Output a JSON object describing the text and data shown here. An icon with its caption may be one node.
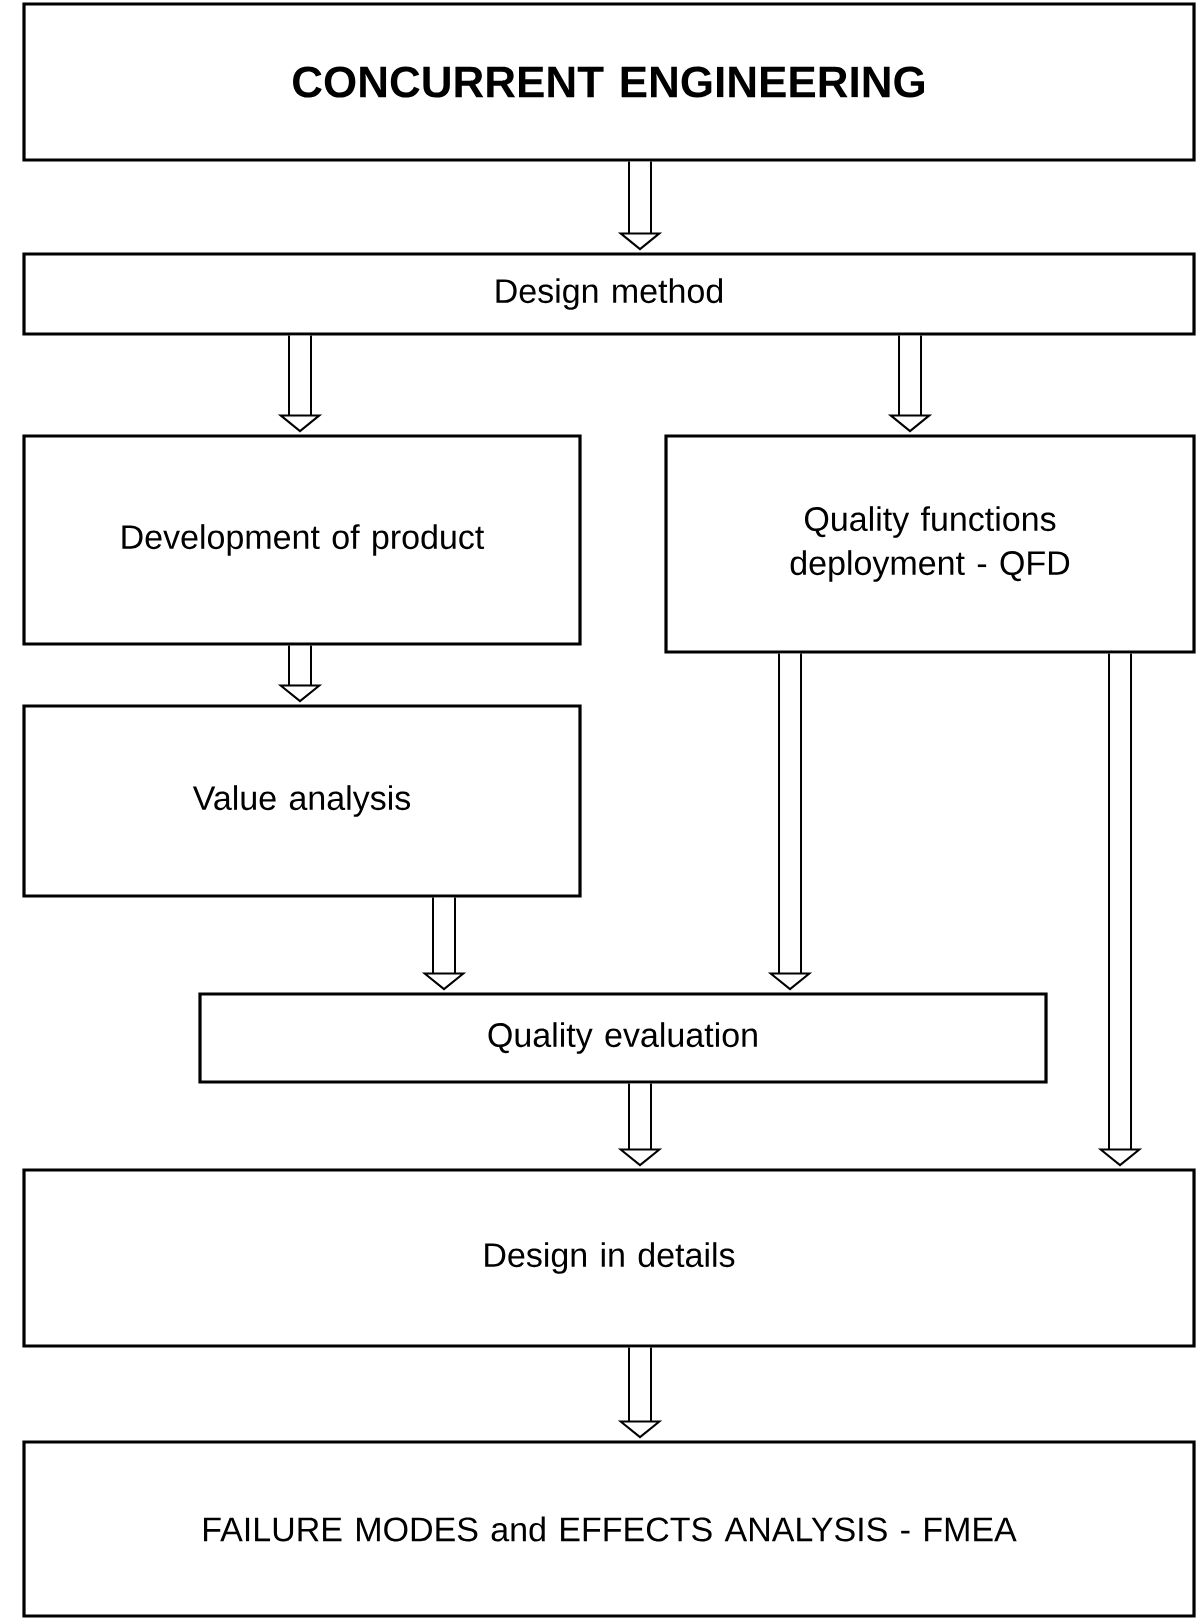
{
  "diagram": {
    "nodes": [
      {
        "text": [
          "CONCURRENT ENGINEERING"
        ]
      },
      {
        "text": [
          "Design method"
        ]
      },
      {
        "text": [
          "Development of product"
        ]
      },
      {
        "text": [
          "Quality functions deployment - QFD"
        ]
      },
      {
        "text": [
          "Value analysis"
        ]
      },
      {
        "text": [
          "Quality evaluation"
        ]
      },
      {
        "text": [
          "Design in details"
        ]
      },
      {
        "text": [
          "FAILURE MODES and EFFECTS ANALYSIS - FMEA"
        ]
      }
    ],
    "edges": [
      {
        "from": 0,
        "to": 1,
        "arrow": "to"
      },
      {
        "from": 1,
        "to": 2,
        "arrow": "to"
      },
      {
        "from": 1,
        "to": 3,
        "arrow": "to"
      },
      {
        "from": 2,
        "to": 4,
        "arrow": "to"
      },
      {
        "from": 4,
        "to": 5,
        "arrow": "to"
      },
      {
        "from": 3,
        "to": 5,
        "arrow": "to"
      },
      {
        "from": 5,
        "to": 6,
        "arrow": "to"
      },
      {
        "from": 3,
        "to": 6,
        "arrow": "to"
      },
      {
        "from": 6,
        "to": 7,
        "arrow": "to"
      }
    ]
  }
}
